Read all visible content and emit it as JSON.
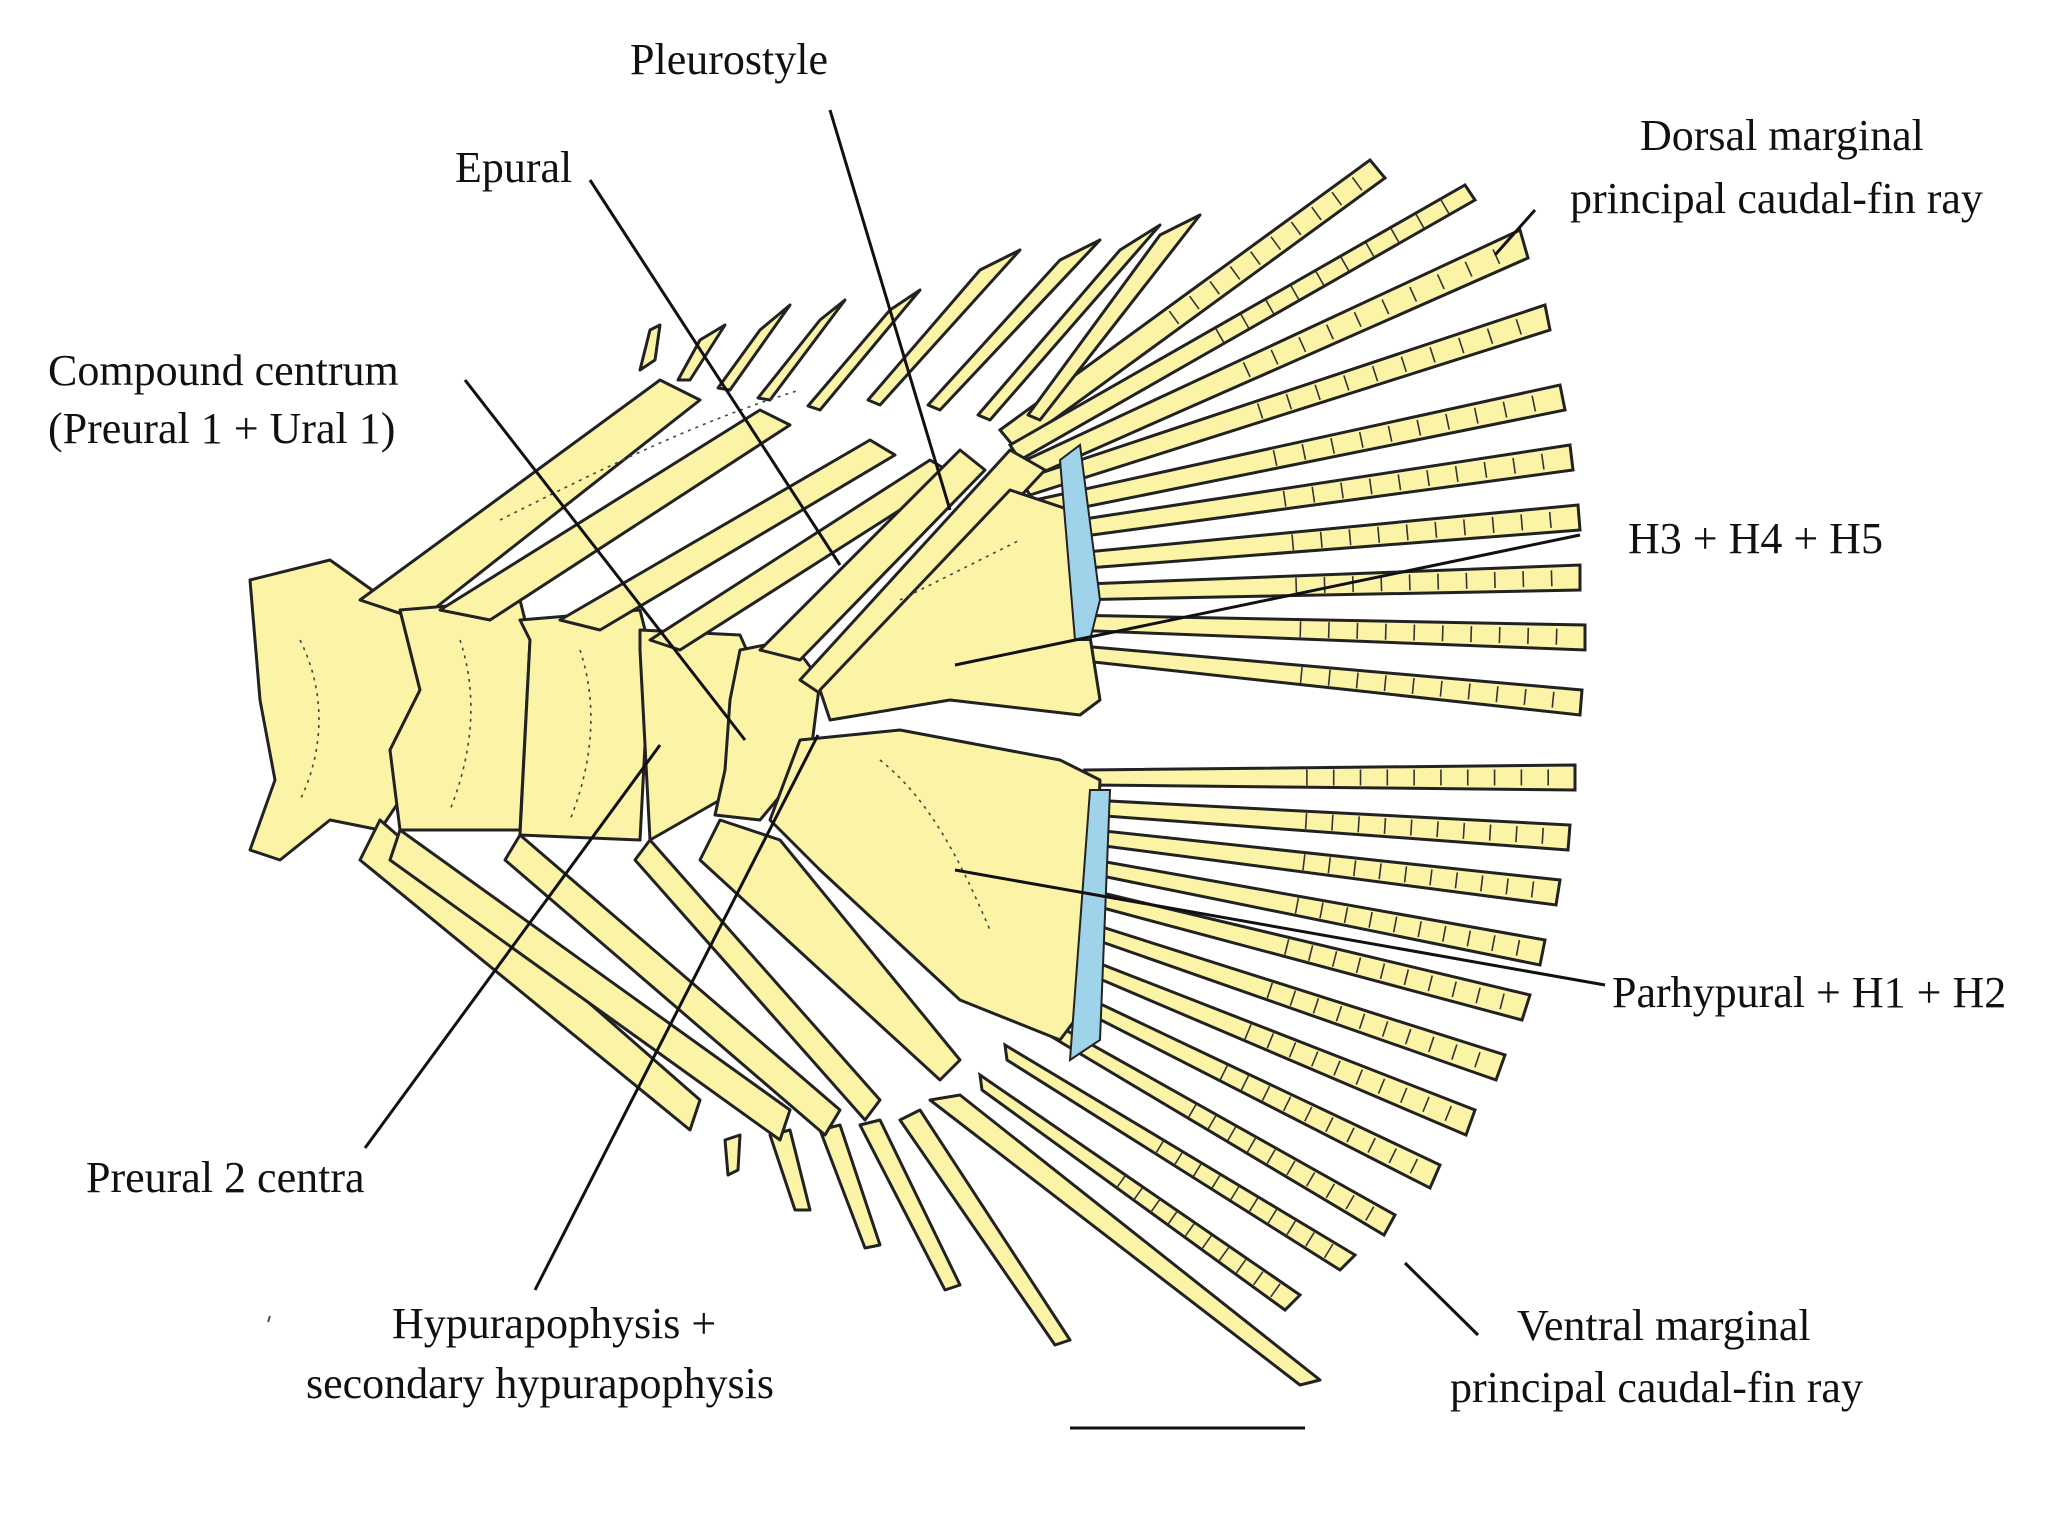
{
  "labels": {
    "pleurostyle": "Pleurostyle",
    "epural": "Epural",
    "compound_centrum_line1": "Compound centrum",
    "compound_centrum_line2": "(Preural 1 + Ural 1)",
    "dorsal_marginal_line1": "Dorsal marginal",
    "dorsal_marginal_line2": "principal caudal-fin ray",
    "h3_h4_h5": "H3 + H4 + H5",
    "parhypural_h1_h2": "Parhypural + H1 + H2",
    "preural2": "Preural 2 centra",
    "hypurapophysis_line1": "Hypurapophysis +",
    "hypurapophysis_line2": "secondary hypurapophysis",
    "ventral_marginal_line1": "Ventral marginal",
    "ventral_marginal_line2": "principal caudal-fin ray"
  },
  "colors": {
    "bone": "#fbf4a6",
    "cartilage": "#9fd3ea",
    "outline": "#222222",
    "background": "#ffffff"
  }
}
